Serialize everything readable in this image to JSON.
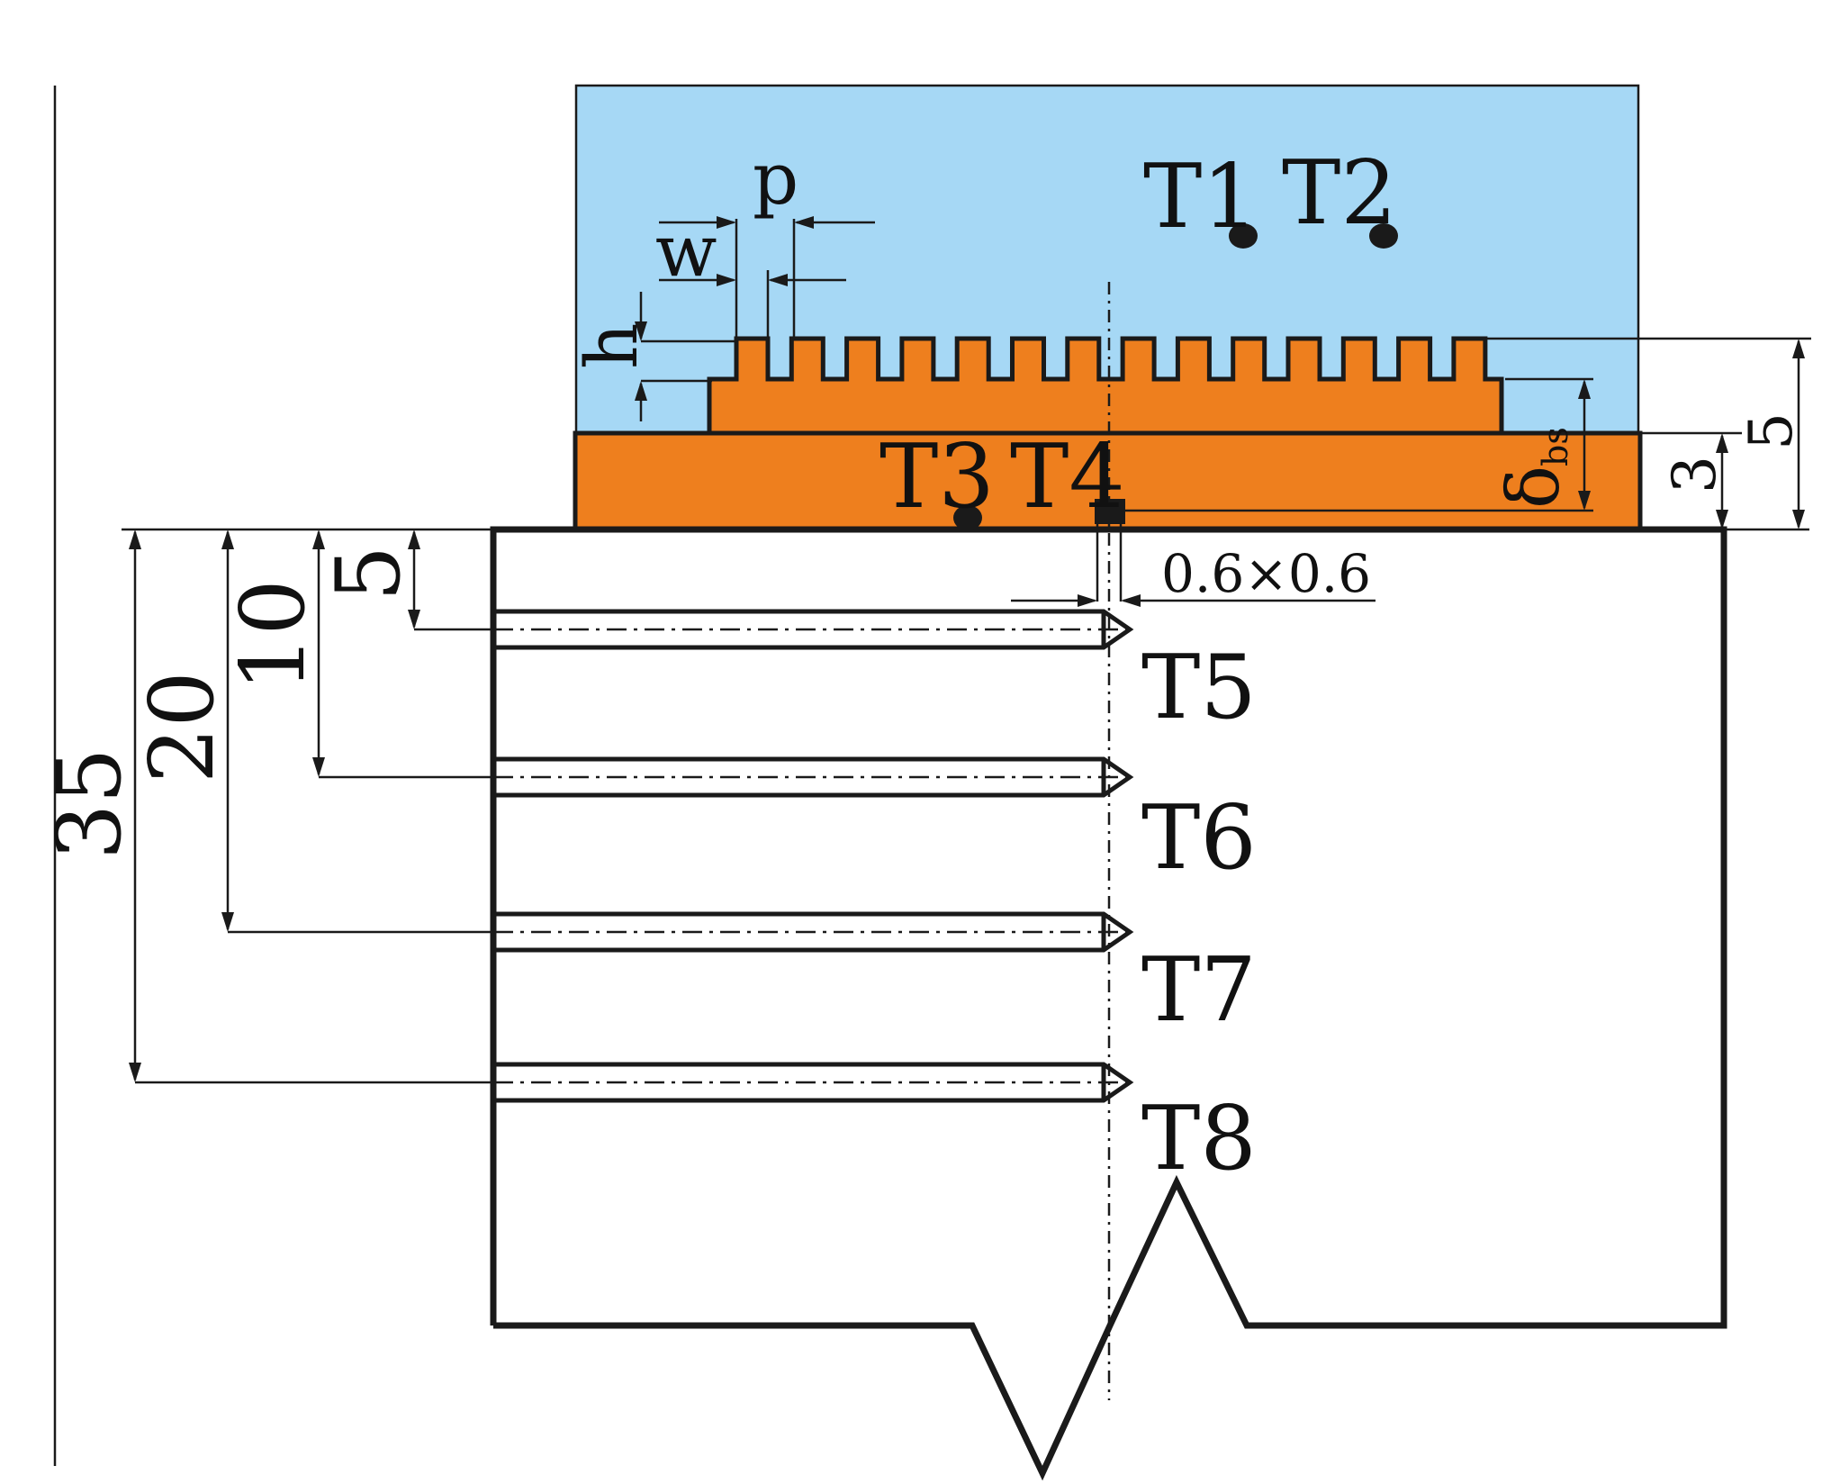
{
  "colors": {
    "fluid": "#a6d8f5",
    "copper": "#ee7f1e",
    "line": "#1a1a1a"
  },
  "labels": {
    "p": "p",
    "w": "w",
    "h": "h",
    "t1": "T1",
    "t2": "T2",
    "t3": "T3",
    "t4": "T4",
    "t5": "T5",
    "t6": "T6",
    "t7": "T7",
    "t8": "T8",
    "delta": "δ",
    "delta_sub": "bs",
    "dim_top_5": "5",
    "dim_3": "3",
    "dim_hole": "0.6×0.6",
    "dim_5": "5",
    "dim_10": "10",
    "dim_20": "20",
    "dim_35": "35"
  }
}
